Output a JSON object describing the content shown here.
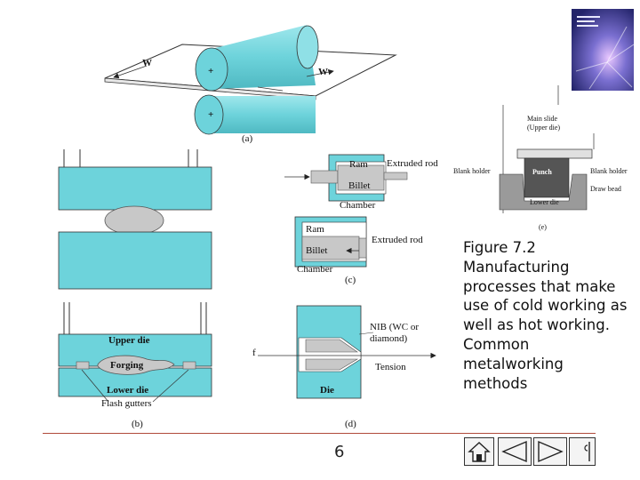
{
  "figure": {
    "panel_a": {
      "label": "(a)",
      "w_left": "W",
      "w_right": "W",
      "plus_top": "+",
      "plus_bottom": "+"
    },
    "panel_b": {
      "label": "(b)",
      "upper_die": "Upper die",
      "forging": "Forging",
      "lower_die": "Lower die",
      "flash_gutters": "Flash gutters"
    },
    "panel_c": {
      "label": "(c)",
      "ram": "Ram",
      "extruded_rod": "Extruded rod",
      "billet": "Billet",
      "chamber": "Chamber"
    },
    "panel_c2": {
      "ram": "Ram",
      "extruded_rod": "Extruded rod",
      "billet": "Billet",
      "chamber": "Chamber"
    },
    "panel_d": {
      "label": "(d)",
      "nib": "NIB (WC or diamond)",
      "tension": "Tension",
      "die": "Die",
      "force_mark": "f"
    },
    "panel_e": {
      "label": "(e)",
      "main_slide": "Main slide (Upper die)",
      "blank_holder_left": "Blank holder",
      "punch": "Punch",
      "blank_holder_right": "Blank holder",
      "draw_bead": "Draw bead",
      "lower_die": "Lower die"
    }
  },
  "caption": "Figure 7.2 Manufacturing processes that make use of cold working as well as hot working. Common metalworking methods",
  "footer": {
    "page_number": "6"
  },
  "colors": {
    "die": "#6dd3db",
    "cylinder": "#7fd8df",
    "gray": "#c8c8c8",
    "rule": "#b04a3a",
    "cover": "#3c3a7e"
  },
  "nav": {
    "home": "home-icon",
    "back": "triangle-left-icon",
    "forward": "triangle-right-icon",
    "end": "end-icon"
  }
}
